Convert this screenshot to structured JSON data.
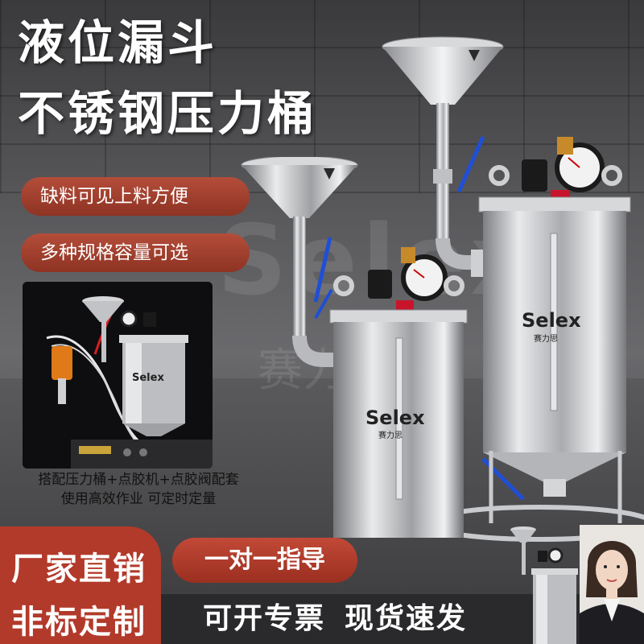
{
  "headline": {
    "line1": "液位漏斗",
    "line2": "不锈钢压力桶"
  },
  "features": [
    "缺料可见上料方便",
    "多种规格容量可选"
  ],
  "brand": {
    "logo": "Selex",
    "cn_name": "赛力思"
  },
  "inset_caption": {
    "line1": "搭配压力桶+点胶机+点胶阀配套",
    "line2": "使用高效作业 可定时定量"
  },
  "bottom": {
    "badge_line1": "厂家直销",
    "badge_line2": "非标定制",
    "pill": "一对一指导",
    "slogan_a": "可开专票",
    "slogan_b": "现货速发"
  },
  "colors": {
    "accent_red": "#b23a2a",
    "valve_blue": "#1f4fd6",
    "steel": "#c9cacd"
  }
}
